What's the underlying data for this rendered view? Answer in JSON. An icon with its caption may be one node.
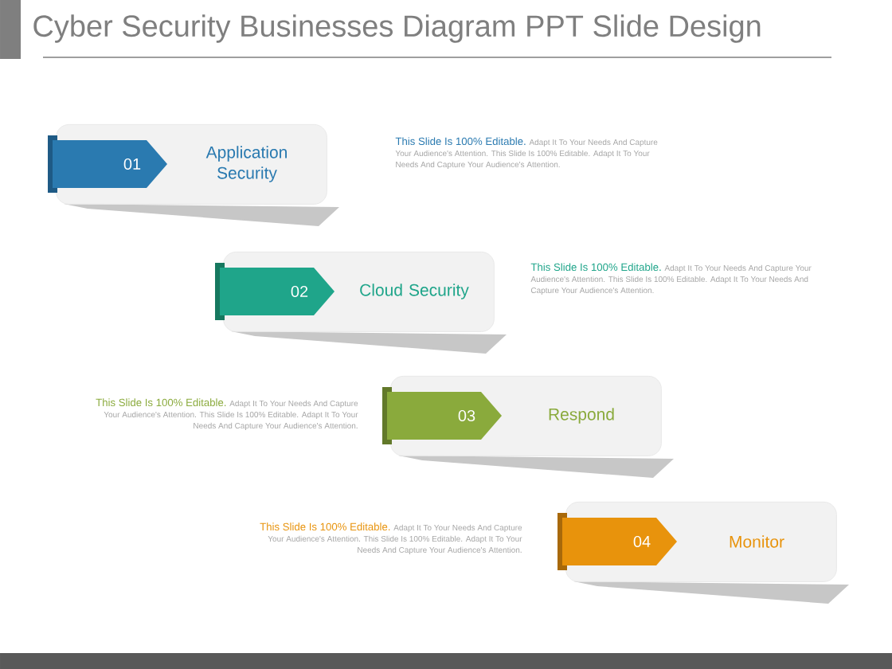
{
  "diagram": {
    "title": "Cyber Security Businesses Diagram PPT Slide Design",
    "nodes": [
      {
        "text": [
          "01",
          "Application Security"
        ],
        "beside": [
          "This Slide Is 100% Editable.",
          "Adapt It To Your Needs And Capture Your Audience's Attention. This Slide Is 100% Editable.  Adapt It To Your Needs And Capture Your Audience's Attention."
        ]
      },
      {
        "text": [
          "02",
          "Cloud Security"
        ],
        "beside": [
          "This Slide Is 100% Editable.",
          "Adapt It To Your Needs And Capture Your Audience's Attention. This Slide Is 100% Editable.  Adapt It To Your Needs And Capture Your Audience's Attention."
        ]
      },
      {
        "text": [
          "03",
          "Respond"
        ],
        "beside": [
          "This Slide Is 100% Editable.",
          "Adapt It To Your Needs And Capture Your Audience's Attention. This Slide Is 100% Editable.  Adapt It To Your Needs And Capture Your Audience's Attention."
        ]
      },
      {
        "text": [
          "04",
          "Monitor"
        ],
        "beside": [
          "This Slide Is 100% Editable.",
          "Adapt It To Your Needs And Capture Your Audience's Attention. This Slide Is 100% Editable.  Adapt It To Your Needs And Capture Your Audience's Attention."
        ]
      }
    ]
  }
}
